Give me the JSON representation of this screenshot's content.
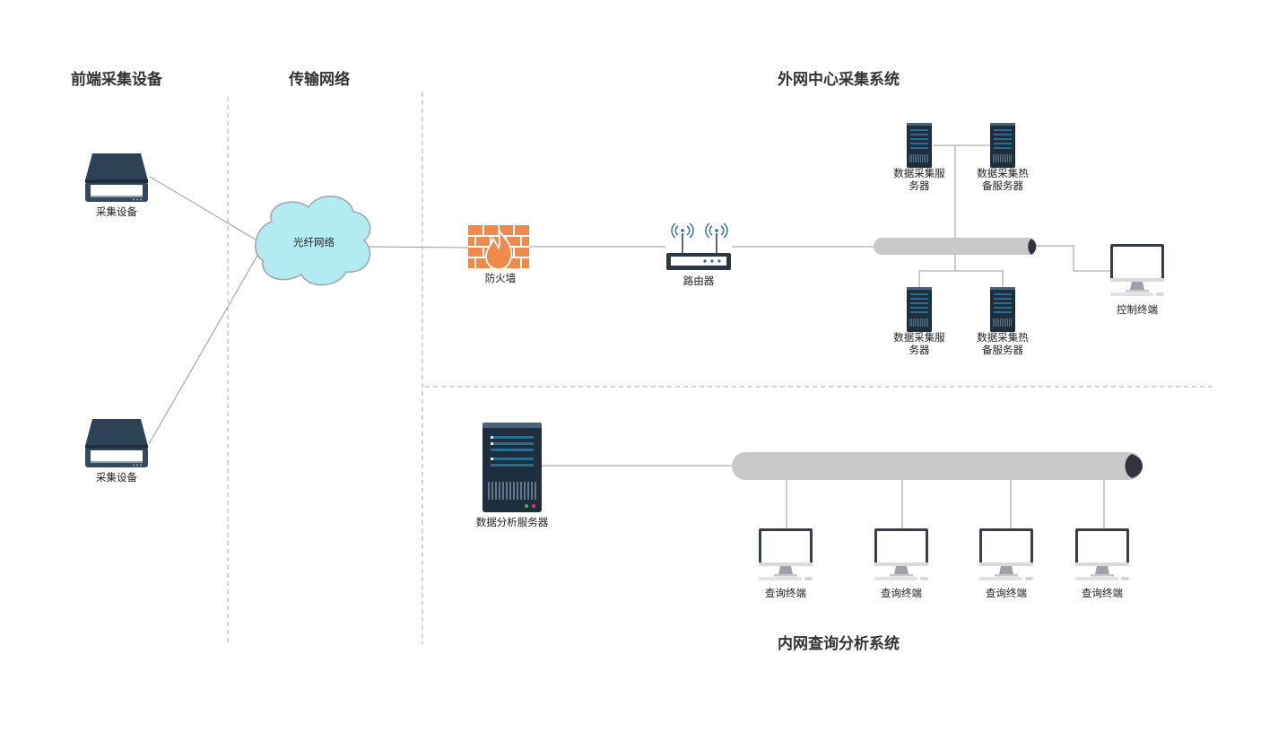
{
  "sections": {
    "front": "前端采集设备",
    "transmission": "传输网络",
    "outer": "外网中心采集系统",
    "inner": "内网查询分析系统"
  },
  "nodes": {
    "scanner_top": "采集设备",
    "scanner_bottom": "采集设备",
    "cloud": "光纤网络",
    "firewall": "防火墙",
    "router": "路由器",
    "collect_server_top": [
      "数据采集服",
      "务器"
    ],
    "backup_server_top": [
      "数据采集热",
      "备服务器"
    ],
    "collect_server_bottom": [
      "数据采集服",
      "务器"
    ],
    "backup_server_bottom": [
      "数据采集热",
      "备服务器"
    ],
    "control_terminal": "控制终端",
    "analysis_server": "数据分析服务器",
    "query_terminals": [
      "查询终端",
      "查询终端",
      "查询终端",
      "查询终端"
    ]
  },
  "colors": {
    "device_dark": "#2e4257",
    "cloud_fill": "#b3ebf2",
    "firewall": "#f08a4b",
    "bus": "#c9c9c9",
    "bus_cap": "#33333e",
    "server_body": "#1d2f3d",
    "server_bar": "#2c6b8f"
  }
}
